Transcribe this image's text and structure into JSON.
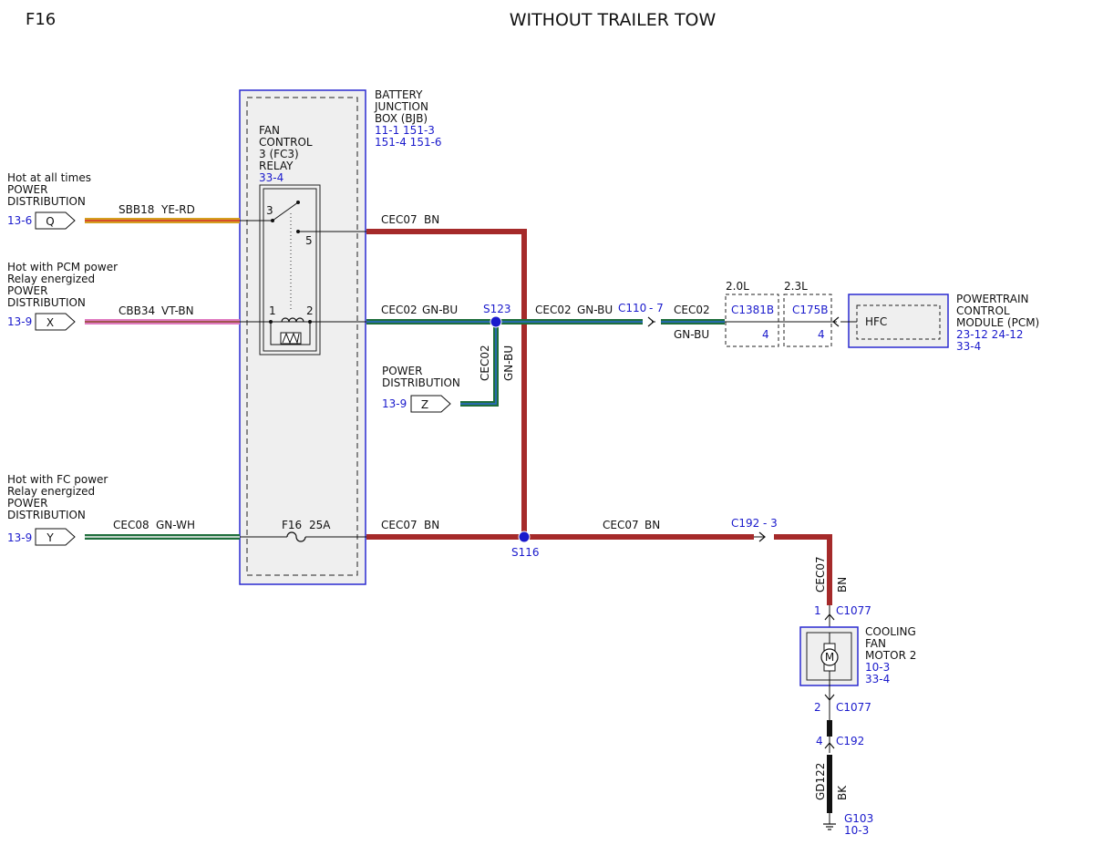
{
  "page_id": "F16",
  "title": "WITHOUT TRAILER TOW",
  "colors": {
    "frame": "#2a2ad0",
    "ref": "#1a1acc",
    "bn": "#a52a2a",
    "green": "#1e6e3c",
    "black": "#111111",
    "box_fill": "#efefef"
  },
  "bjb": {
    "title_lines": [
      "BATTERY",
      "JUNCTION",
      "BOX (BJB)"
    ],
    "ref_lines": [
      "11-1    151-3",
      "151-4  151-6"
    ]
  },
  "relay": {
    "title_lines": [
      "FAN",
      "CONTROL",
      "3 (FC3)",
      "RELAY"
    ],
    "ref": "33-4",
    "pin3": "3",
    "pin5": "5",
    "pin1": "1",
    "pin2": "2"
  },
  "fuse": {
    "label": "F16",
    "rating": "25A"
  },
  "sources": {
    "q": {
      "lines": [
        "Hot at all times",
        "POWER",
        "DISTRIBUTION"
      ],
      "ref": "13-6",
      "letter": "Q",
      "circuit": "SBB18",
      "color": "YE-RD"
    },
    "x": {
      "lines": [
        "Hot with PCM power",
        "Relay energized",
        "POWER",
        "DISTRIBUTION"
      ],
      "ref": "13-9",
      "letter": "X",
      "circuit": "CBB34",
      "color": "VT-BN"
    },
    "y": {
      "lines": [
        "Hot with FC power",
        "Relay energized",
        "POWER",
        "DISTRIBUTION"
      ],
      "ref": "13-9",
      "letter": "Y",
      "circuit": "CEC08",
      "color": "GN-WH"
    },
    "z": {
      "lines": [
        "POWER",
        "DISTRIBUTION"
      ],
      "ref": "13-9",
      "letter": "Z"
    }
  },
  "wires": {
    "top_bn": {
      "circuit": "CEC07",
      "color": "BN"
    },
    "mid_left": {
      "circuit": "CEC02",
      "color": "GN-BU"
    },
    "mid_right": {
      "circuit": "CEC02",
      "color": "GN-BU"
    },
    "after_c110": {
      "circuit": "CEC02",
      "color": "GN-BU"
    },
    "z_vertical": {
      "circuit": "CEC02",
      "color": "GN-BU"
    },
    "bottom_left": {
      "circuit": "CEC07",
      "color": "BN"
    },
    "bottom_right": {
      "circuit": "CEC07",
      "color": "BN"
    },
    "fan_feed": {
      "circuit": "CEC07",
      "color": "BN"
    },
    "ground": {
      "circuit": "GD122",
      "color": "BK"
    }
  },
  "splices": {
    "s123": "S123",
    "s116": "S116"
  },
  "connectors": {
    "c110": {
      "name": "C110",
      "pin": "- 7"
    },
    "c192_top": {
      "name": "C192",
      "pin": "- 3"
    },
    "c1381b": {
      "name": "C1381B",
      "pin": "4",
      "variant": "2.0L"
    },
    "c175b": {
      "name": "C175B",
      "pin": "4",
      "variant": "2.3L"
    },
    "c1077_1": {
      "name": "C1077",
      "pin": "1"
    },
    "c1077_2": {
      "name": "C1077",
      "pin": "2"
    },
    "c192_bottom": {
      "name": "C192",
      "pin": "4"
    }
  },
  "pcm": {
    "title_lines": [
      "POWERTRAIN",
      "CONTROL",
      "MODULE (PCM)"
    ],
    "ref_lines": [
      "23-12  24-12",
      "33-4"
    ],
    "pin_label": "HFC"
  },
  "fan_motor": {
    "title_lines": [
      "COOLING",
      "FAN",
      "MOTOR 2"
    ],
    "ref_lines": [
      "10-3",
      "33-4"
    ],
    "symbol": "M"
  },
  "ground": {
    "name": "G103",
    "ref": "10-3"
  }
}
